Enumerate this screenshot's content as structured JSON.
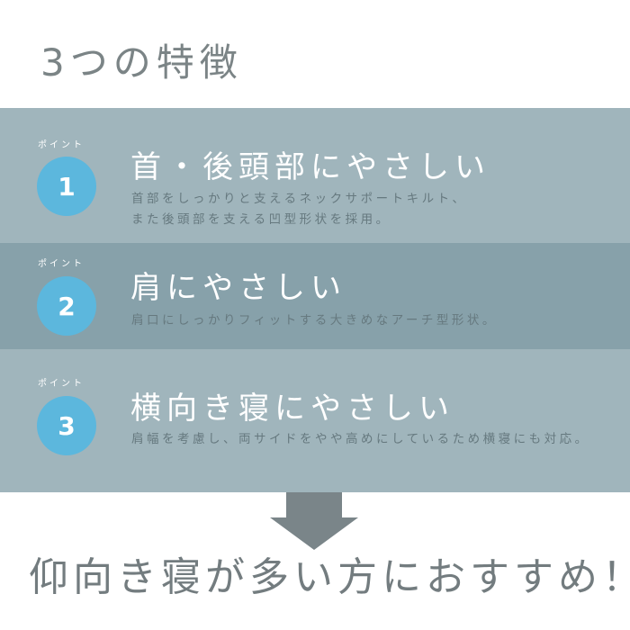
{
  "title": "3つの特徴",
  "points": [
    {
      "label": "ポイント",
      "number": "1",
      "heading": "首・後頭部にやさしい",
      "desc": [
        "首部をしっかりと支えるネックサポートキルト、",
        "また後頭部を支える凹型形状を採用。"
      ]
    },
    {
      "label": "ポイント",
      "number": "2",
      "heading": "肩にやさしい",
      "desc": [
        "肩口にしっかりフィットする大きめなアーチ型形状。"
      ]
    },
    {
      "label": "ポイント",
      "number": "3",
      "heading": "横向き寝にやさしい",
      "desc": [
        "肩幅を考慮し、両サイドをやや高めにしているため横寝にも対応。"
      ]
    }
  ],
  "conclusion": "仰向き寝が多い方におすすめ！",
  "colors": {
    "panel": "#a0b5bc",
    "band": "#87a1aa",
    "circle": "#5cb7dd",
    "arrow": "#7a8589"
  }
}
